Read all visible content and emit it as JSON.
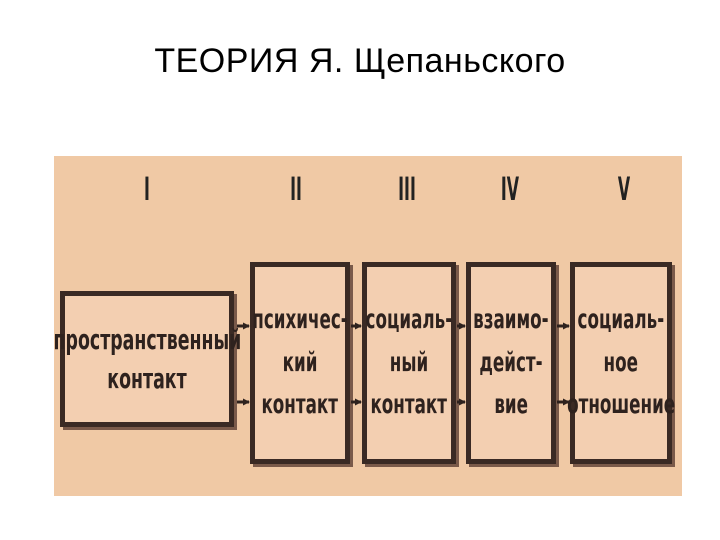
{
  "slide": {
    "title": "ТЕОРИЯ Я. Щепаньского"
  },
  "diagram": {
    "stages": [
      "I",
      "II",
      "III",
      "IV",
      "V"
    ],
    "boxes": [
      {
        "lines": [
          "пространственный",
          "контакт"
        ]
      },
      {
        "lines": [
          "психичес-",
          "кий",
          "контакт"
        ]
      },
      {
        "lines": [
          "социаль-",
          "ный",
          "контакт"
        ]
      },
      {
        "lines": [
          "взаимо-",
          "дейст-",
          "вие"
        ]
      },
      {
        "lines": [
          "социаль-",
          "ное",
          "отношение"
        ]
      }
    ]
  }
}
